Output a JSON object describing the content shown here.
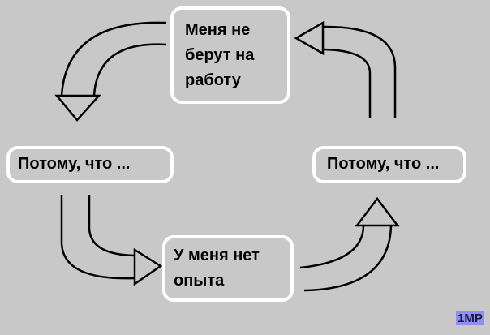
{
  "nodes": {
    "top": "Меня не берут на работу",
    "left": "Потому, что ...",
    "right": "Потому, что ...",
    "bottom": "У меня нет опыта"
  },
  "watermark": "1MP",
  "colors": {
    "background": "#c8c8c8",
    "box_border": "#ffffff",
    "arrow": "#000000"
  }
}
